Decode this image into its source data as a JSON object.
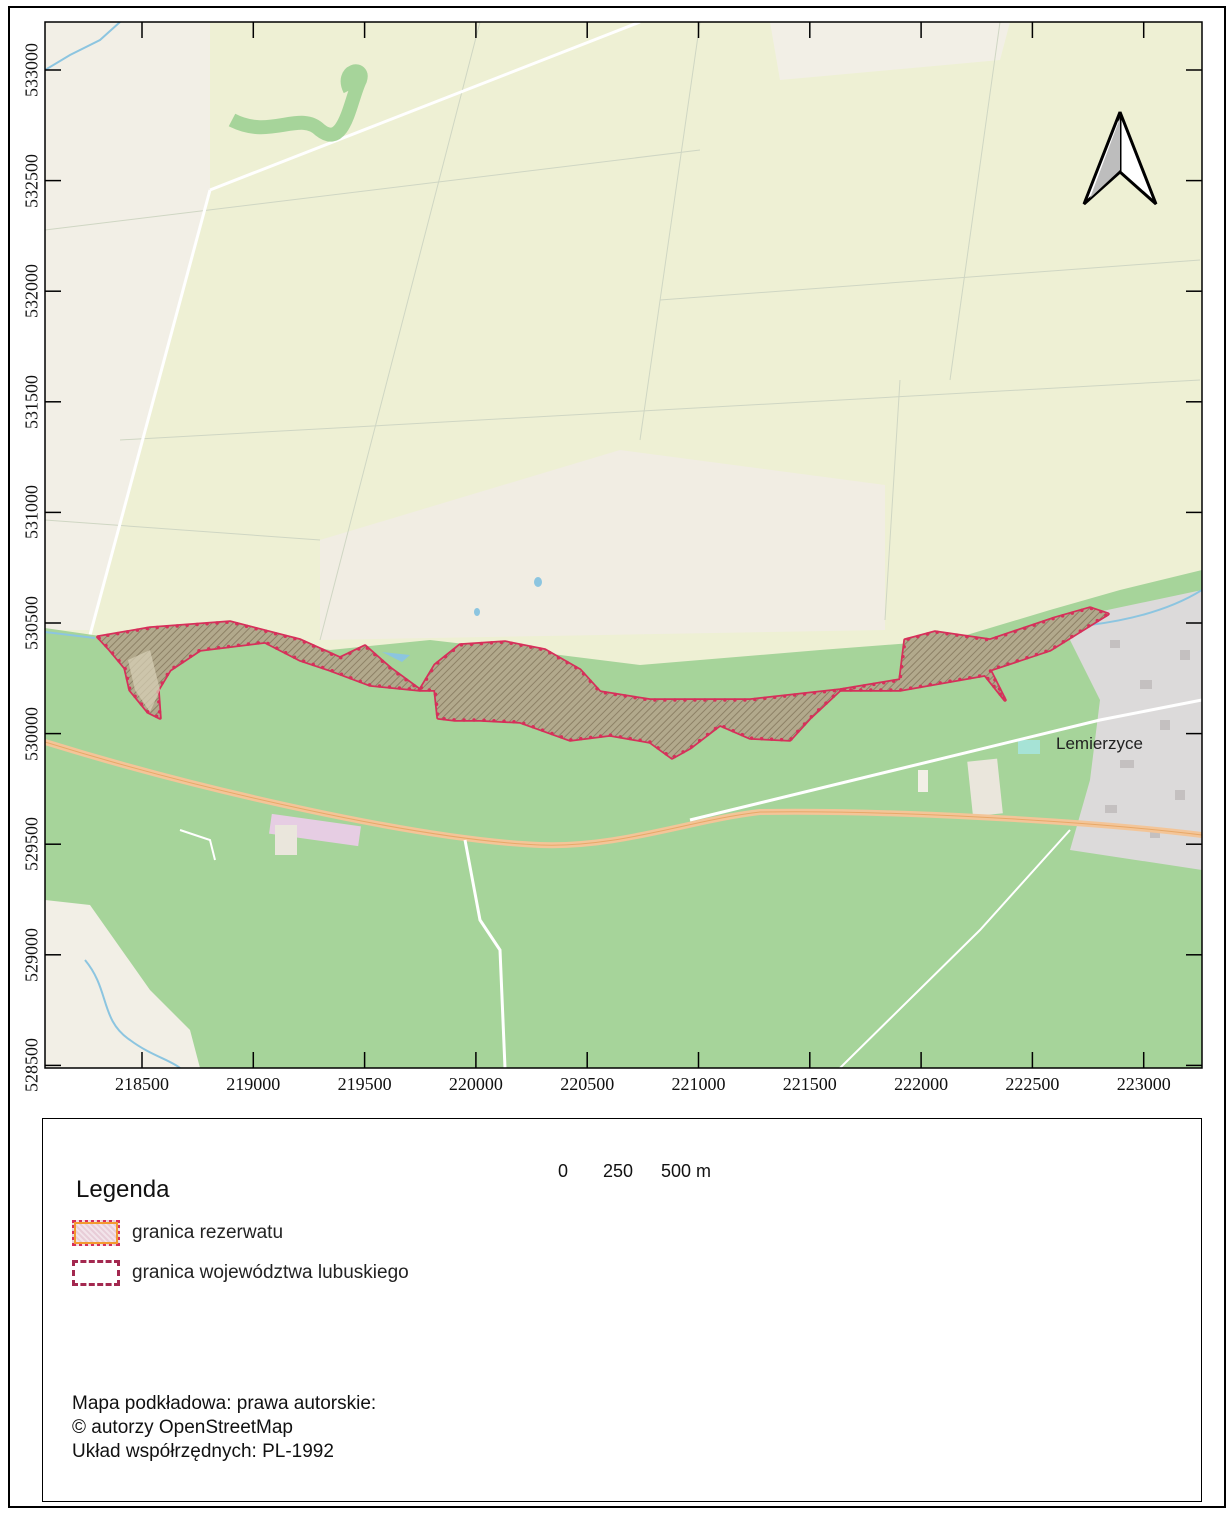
{
  "map": {
    "x_ticks": [
      "218500",
      "219000",
      "219500",
      "220000",
      "220500",
      "221000",
      "221500",
      "222000",
      "222500",
      "223000"
    ],
    "y_ticks": [
      "533000",
      "532500",
      "532000",
      "531500",
      "531000",
      "530500",
      "530000",
      "529500",
      "529000",
      "528500"
    ],
    "place_label": "Lemierzyce",
    "north_arrow_icon": "north-arrow-icon",
    "colors": {
      "forest": "#a6d49a",
      "farmland": "#eef0d4",
      "meadow": "#f2efe6",
      "water": "#8cc5e0",
      "reserve_outline": "#d6305a",
      "reserve_dots": "#f39a30",
      "province_border": "#a3284f",
      "locator_square": "#7fe08a"
    }
  },
  "scalebar": {
    "labels": [
      "0",
      "250",
      "500 m"
    ]
  },
  "legend": {
    "title": "Legenda",
    "items": [
      {
        "label": "granica rezerwatu"
      },
      {
        "label": "granica województwa lubuskiego"
      }
    ]
  },
  "credits": {
    "line1": "Mapa podkładowa: prawa autorskie:",
    "line2": "© autorzy OpenStreetMap",
    "line3": "Układ współrzędnych: PL-1992"
  }
}
